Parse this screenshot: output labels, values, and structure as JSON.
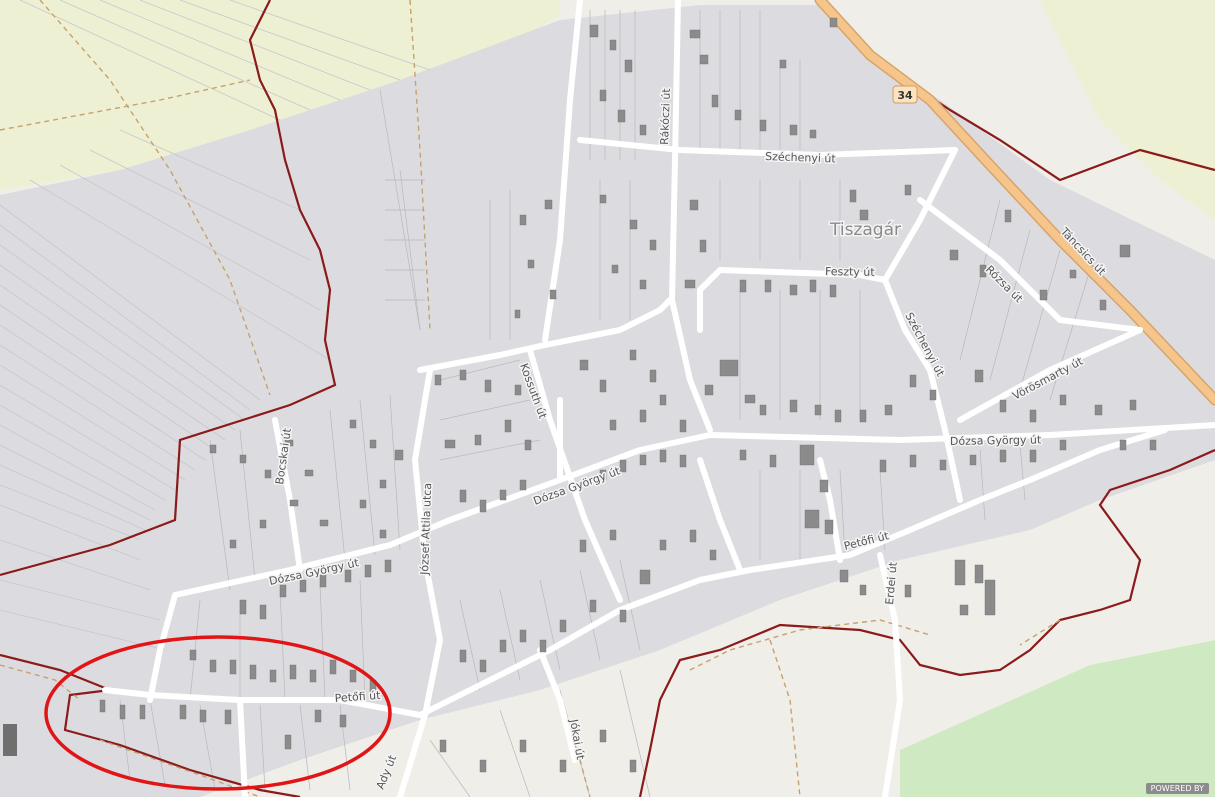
{
  "map": {
    "place_label": "Tiszagár",
    "road_shield": "34",
    "attribution": "POWERED BY",
    "street_labels": [
      "Rákóczi út",
      "Széchenyi út",
      "Feszty út",
      "Táncsics út",
      "Rózsa út",
      "Széchenyi út",
      "Vörösmarty út",
      "Dózsa György út",
      "Dózsa György út",
      "Dózsa György út",
      "Bocskai út",
      "József Attila utca",
      "Petőfi út",
      "Petőfi út",
      "Erdei út",
      "Kossuth út",
      "Ady út",
      "Jókai út"
    ],
    "colors": {
      "background": "#e9e9ec",
      "farmland": "#eef0d4",
      "residential": "#dcdce0",
      "road": "#ffffff",
      "primary_road": "#f6c58b",
      "building": "#8b8b8b",
      "boundary": "#8b1a1a",
      "path": "#c4a26e",
      "meadow": "#cfe9c2",
      "annotation": "#e11515"
    }
  }
}
